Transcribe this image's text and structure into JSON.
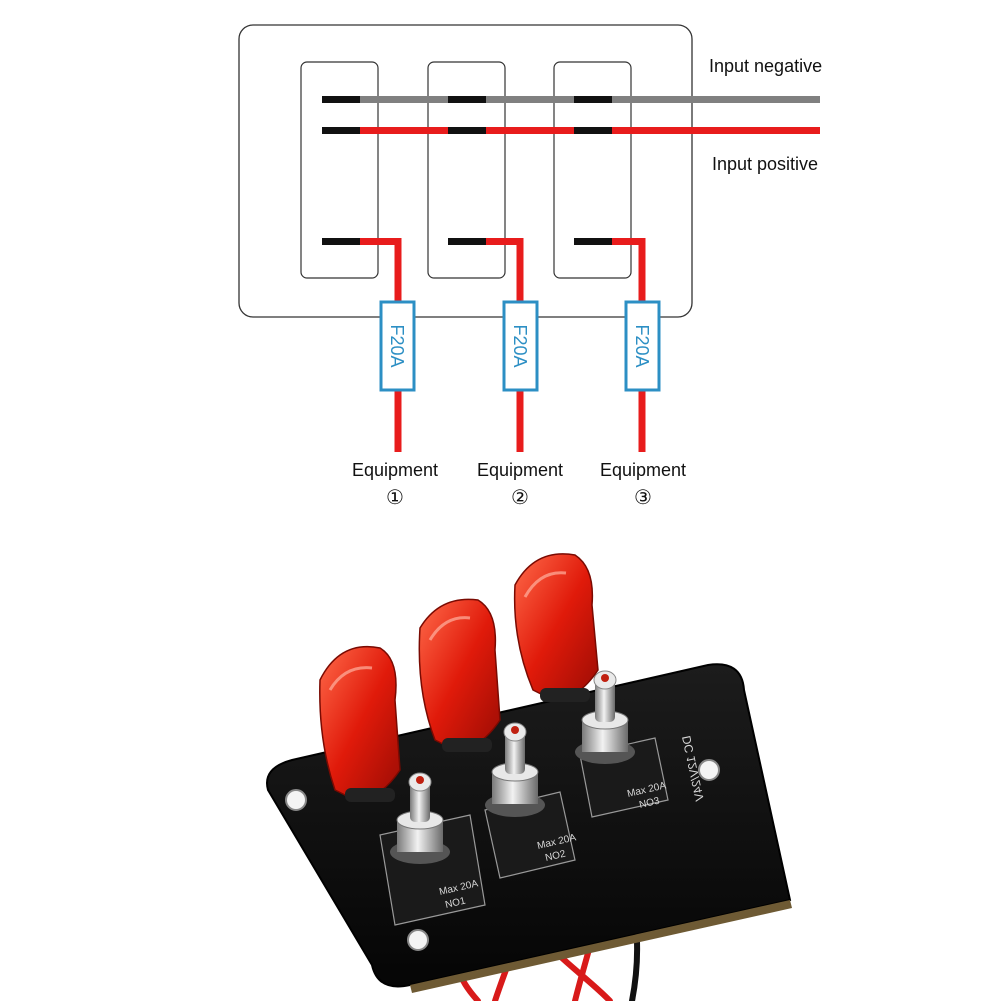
{
  "diagram": {
    "labels": {
      "input_negative": "Input negative",
      "input_positive": "Input positive"
    },
    "fuses": [
      {
        "rating": "F20A"
      },
      {
        "rating": "F20A"
      },
      {
        "rating": "F20A"
      }
    ],
    "equipment": [
      {
        "name": "Equipment",
        "number": "①"
      },
      {
        "name": "Equipment",
        "number": "②"
      },
      {
        "name": "Equipment",
        "number": "③"
      }
    ],
    "colors": {
      "negative_wire": "#808080",
      "positive_wire": "#e81c1c",
      "terminal": "#111111",
      "fuse_outline": "#2c8fc4"
    }
  },
  "product_photo": {
    "panel_markings": {
      "top_edge": "DC 12V/24V",
      "switches": [
        {
          "max": "Max 20A",
          "id": "NO1"
        },
        {
          "max": "Max 20A",
          "id": "NO2"
        },
        {
          "max": "Max 20A",
          "id": "NO3"
        }
      ]
    },
    "colors": {
      "panel": "#111111",
      "cover": "#e02010",
      "metal": "#c0c0c0"
    }
  }
}
